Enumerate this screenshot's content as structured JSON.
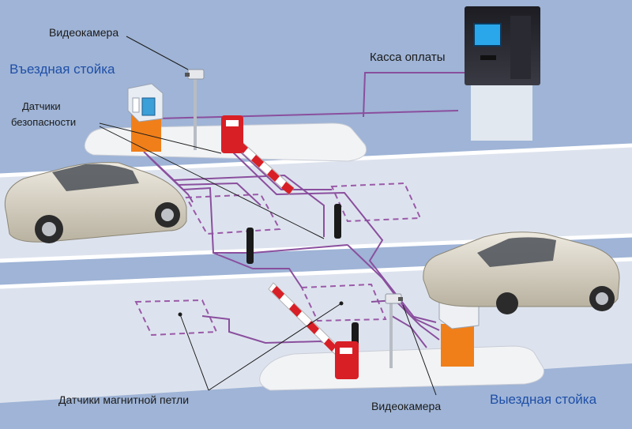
{
  "labels": {
    "camera_top": "Видеокамера",
    "entry_stand": "Въездная стойка",
    "safety_sensors_line1": "Датчики",
    "safety_sensors_line2": "безопасности",
    "payment_kiosk": "Касса оплаты",
    "magnetic_loop_sensors": "Датчики магнитной петли",
    "camera_bottom": "Видеокамера",
    "exit_stand": "Выездная стойка"
  },
  "colors": {
    "background": "#9fb4d6",
    "road": "#dfe5ef",
    "road_edge": "#ffffff",
    "wire": "#8a4f9e",
    "loop": "#9a5aa8",
    "barrier_red": "#d81f26",
    "stand_orange": "#f07f1a",
    "entry_label_blue": "#1f4fa8",
    "exit_label_blue": "#1f4fa8",
    "car": "#d9d3c4"
  }
}
